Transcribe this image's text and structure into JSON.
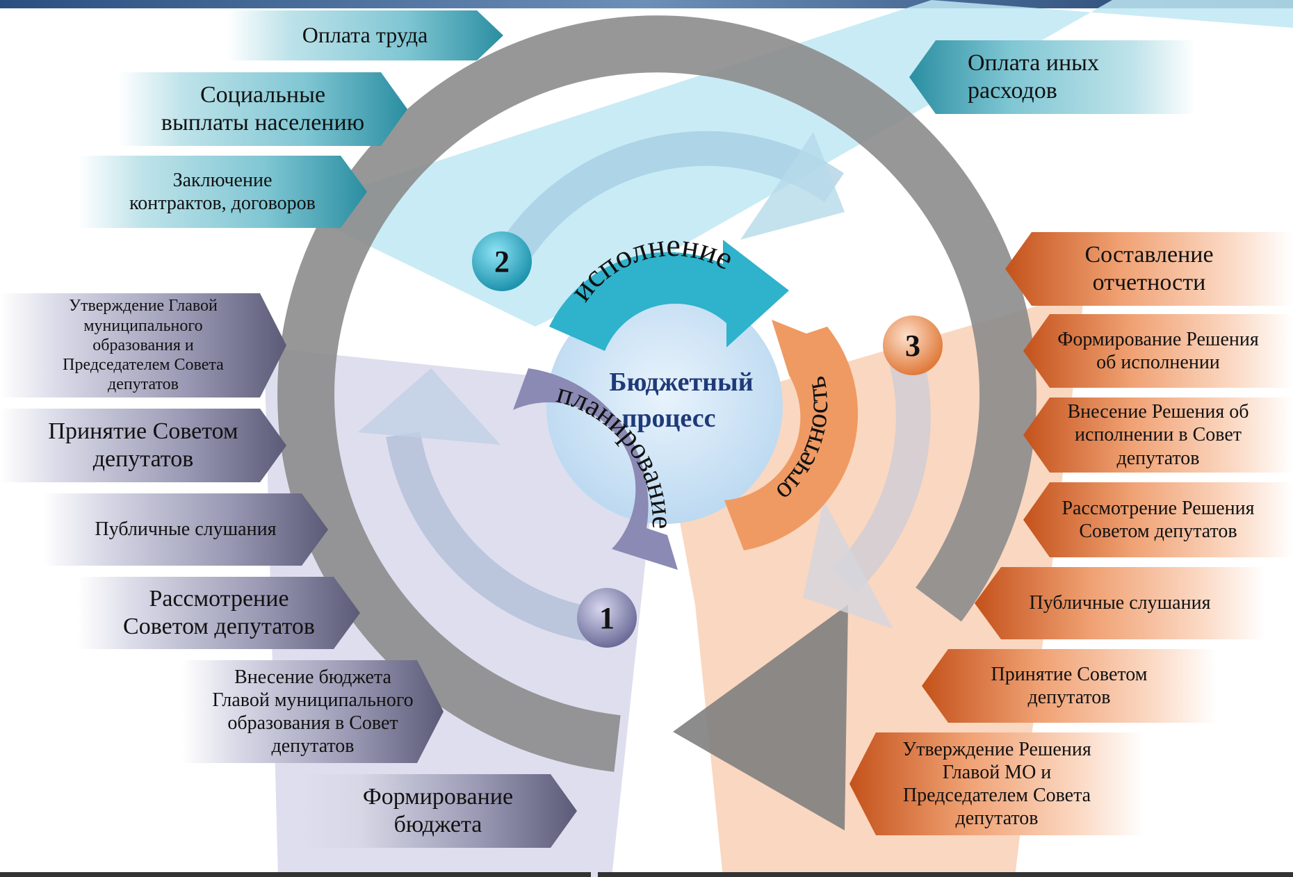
{
  "center": {
    "line1": "Бюджетный",
    "line2": "процесс"
  },
  "phases": {
    "planning": {
      "number": "1",
      "label": "планирование",
      "color": "#8a8ab4"
    },
    "execution": {
      "number": "2",
      "label": "исполнение",
      "color": "#2fb2cb"
    },
    "reporting": {
      "number": "3",
      "label": "отчетность",
      "color": "#ef9a63"
    }
  },
  "execution_items": [
    "Оплата труда",
    "Социальные\nвыплаты населению",
    "Заключение\nконтрактов, договоров",
    "Оплата иных\nрасходов"
  ],
  "planning_items": [
    "Утверждение Главой\nмуниципального\nобразования и\nПредседателем Совета\nдепутатов",
    "Принятие  Советом\nдепутатов",
    "Публичные слушания",
    "Рассмотрение\nСоветом депутатов",
    "Внесение бюджета\nГлавой муниципального\nобразования в Совет\nдепутатов",
    "Формирование\nбюджета"
  ],
  "reporting_items": [
    "Составление\nотчетности",
    "Формирование Решения\nоб исполнении",
    "Внесение Решения об\nисполнении в Совет\nдепутатов",
    "Рассмотрение Решения\nСоветом депутатов",
    "Публичные слушания",
    "Принятие Советом\nдепутатов",
    "Утверждение Решения\nГлавой МО и\nПредседателем Совета\nдепутатов"
  ],
  "colors": {
    "ring": "#8c8c8c",
    "execution_sector": "#bfe8f3",
    "planning_sector": "#d6d6ea",
    "reporting_sector": "#f9cdb0",
    "center_fill": "#cfe6f7",
    "center_text": "#1f3a78"
  }
}
